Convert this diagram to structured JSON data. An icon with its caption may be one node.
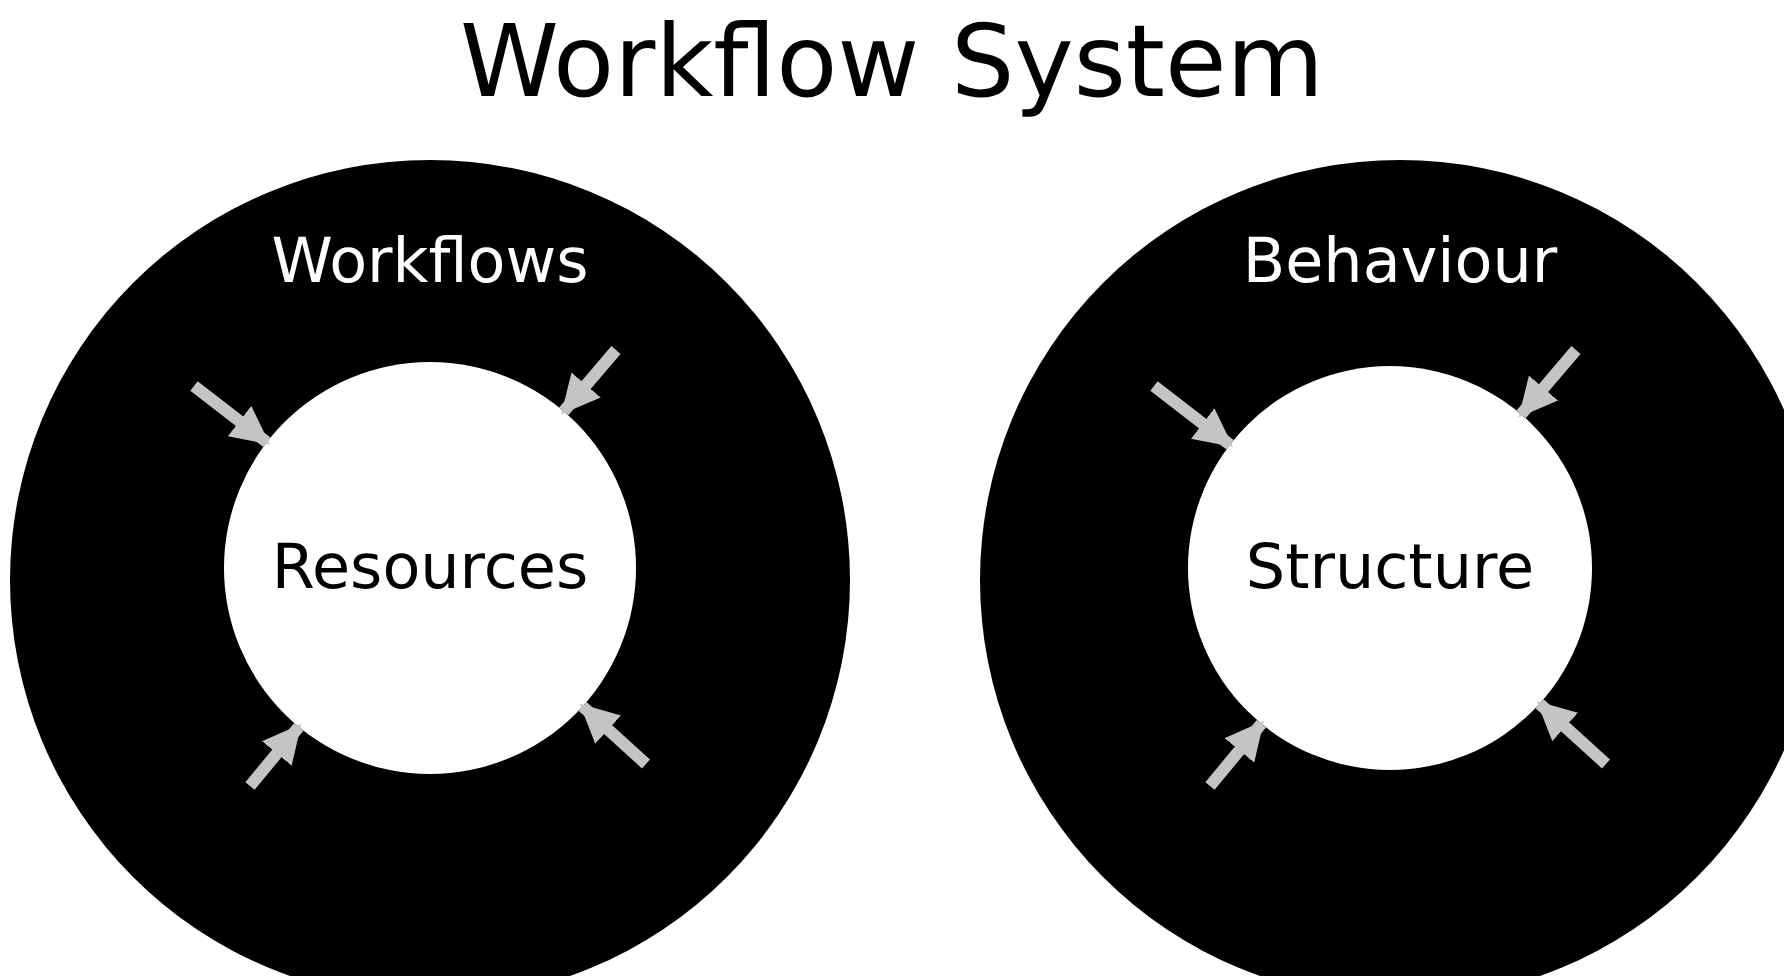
{
  "diagram": {
    "title": "Workflow System",
    "nodes": [
      {
        "text": [
          "Workflows"
        ]
      },
      {
        "text": [
          "Resources"
        ],
        "in": 0
      },
      {
        "text": [
          "Behaviour"
        ]
      },
      {
        "text": [
          "Structure"
        ],
        "in": 2
      }
    ],
    "edges": [
      {
        "from": null,
        "to": 1,
        "arrow": "to"
      },
      {
        "from": null,
        "to": 1,
        "arrow": "to"
      },
      {
        "from": null,
        "to": 1,
        "arrow": "to"
      },
      {
        "from": null,
        "to": 1,
        "arrow": "to"
      },
      {
        "from": null,
        "to": 3,
        "arrow": "to"
      },
      {
        "from": null,
        "to": 3,
        "arrow": "to"
      },
      {
        "from": null,
        "to": 3,
        "arrow": "to"
      },
      {
        "from": null,
        "to": 3,
        "arrow": "to"
      }
    ]
  }
}
